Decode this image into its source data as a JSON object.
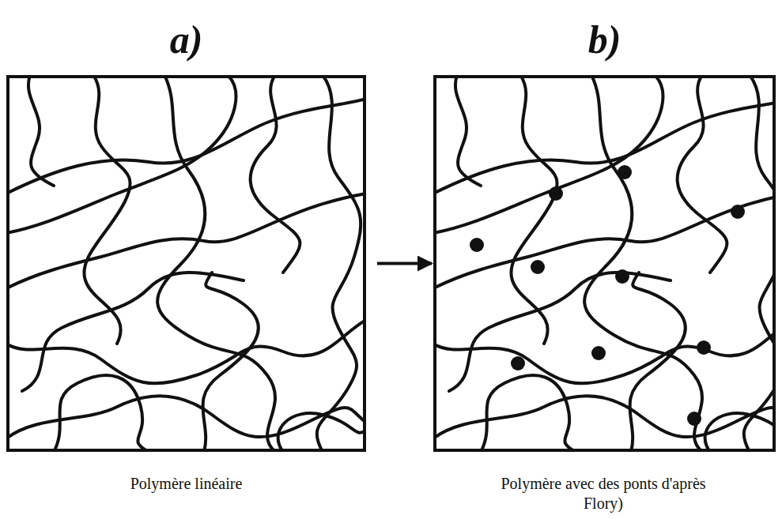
{
  "diagram": {
    "nodes": [
      {
        "text": [
          "a)",
          "Polymère linéaire"
        ]
      },
      {
        "text": [
          "b)",
          "Polymère avec des ponts d'après Flory)"
        ]
      }
    ],
    "edges": [
      {
        "from": 0,
        "to": 1,
        "arrow": "to"
      }
    ]
  }
}
